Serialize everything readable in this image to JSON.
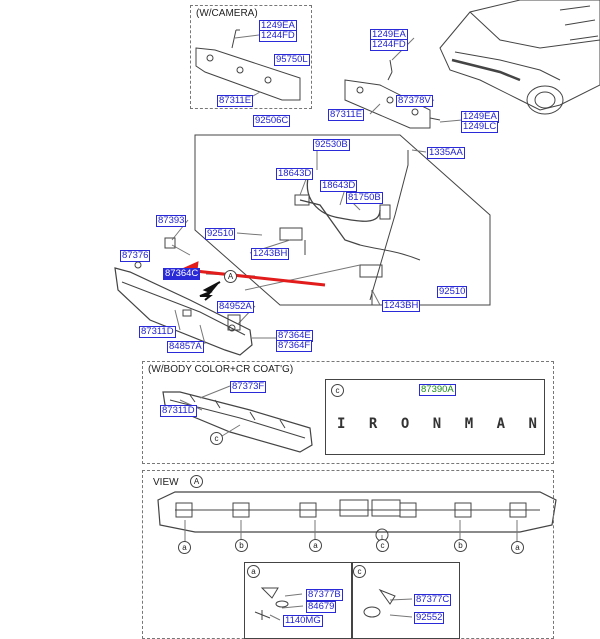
{
  "sections": {
    "camera_title": "(W/CAMERA)",
    "bodycolor_title": "(W/BODY COLOR+CR COAT'G)",
    "view_label": "VIEW"
  },
  "callouts": {
    "a": "a",
    "b": "b",
    "c": "c",
    "A": "A"
  },
  "emblem": {
    "part_no": "87390A",
    "letters": [
      "I",
      "R",
      "O",
      "N",
      "M",
      "A",
      "N"
    ]
  },
  "parts": {
    "p1249ea_cam": "1249EA",
    "p1244fd_cam": "1244FD",
    "p95750l": "95750L",
    "p87311e_cam": "87311E",
    "p1249ea_top": "1249EA",
    "p1244fd_top": "1244FD",
    "p87378v": "87378V",
    "p87311e": "87311E",
    "p1249ea_r": "1249EA",
    "p1249lc": "1249LC",
    "p92506c": "92506C",
    "p92530b": "92530B",
    "p1335aa": "1335AA",
    "p18643d_1": "18643D",
    "p18643d_2": "18643D",
    "p81750b": "81750B",
    "p87393": "87393",
    "p92510_l": "92510",
    "p1243bh_l": "1243BH",
    "p87376": "87376",
    "p87364c": "87364C",
    "p92510_r": "92510",
    "p1243bh_r": "1243BH",
    "p84952a": "84952A",
    "p87311d": "87311D",
    "p84857a": "84857A",
    "p87364e": "87364E",
    "p87364f": "87364F",
    "p87373f": "87373F",
    "p87311d_b": "87311D",
    "p87377b": "87377B",
    "p84679": "84679",
    "p1140mg": "1140MG",
    "p87377c": "87377C",
    "p92552": "92552"
  },
  "colors": {
    "label_blue": "#2a2ad8",
    "arrow_red": "#e21b1b",
    "emblem_label_green": "#1b8a1b"
  }
}
